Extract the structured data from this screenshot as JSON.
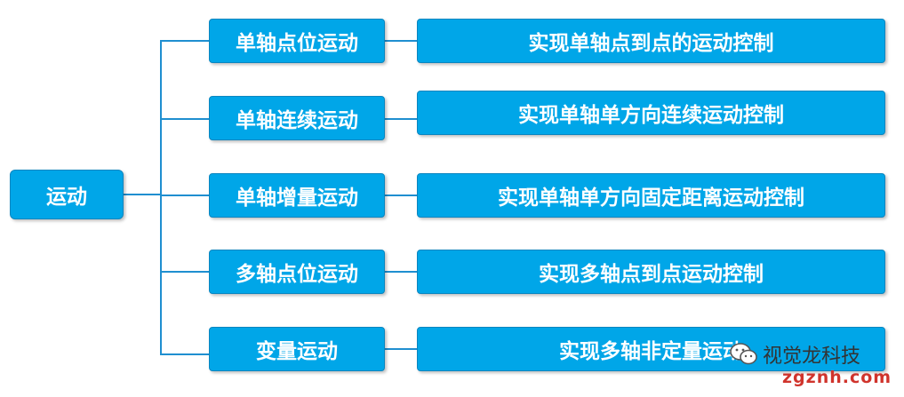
{
  "root": {
    "label": "运动"
  },
  "branches": [
    {
      "category": "单轴点位运动",
      "description": "实现单轴点到点的运动控制"
    },
    {
      "category": "单轴连续运动",
      "description": "实现单轴单方向连续运动控制"
    },
    {
      "category": "单轴增量运动",
      "description": "实现单轴单方向固定距离运动控制"
    },
    {
      "category": "多轴点位运动",
      "description": "实现多轴点到点运动控制"
    },
    {
      "category": "变量运动",
      "description": "实现多轴非定量运动"
    }
  ],
  "watermark": {
    "text": "视觉龙科技",
    "url": "zgznh.com",
    "icon": "wechat-icon"
  },
  "colors": {
    "box": "#00a6e8",
    "border": "#0a86c0",
    "line": "#1f8fd0"
  }
}
